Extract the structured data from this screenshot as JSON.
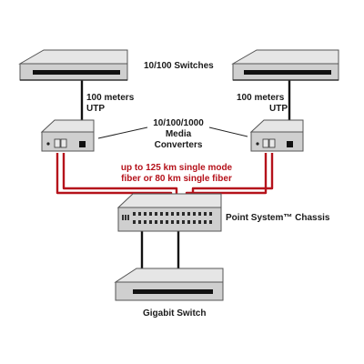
{
  "labels": {
    "switches_title": "10/100 Switches",
    "utp_left_line1": "100 meters",
    "utp_left_line2": "UTP",
    "utp_right_line1": "100 meters",
    "utp_right_line2": "UTP",
    "media_line1": "10/100/1000",
    "media_line2": "Media",
    "media_line3": "Converters",
    "fiber_line1": "up to 125 km single mode",
    "fiber_line2": "fiber or 80 km single fiber",
    "chassis": "Point System™ Chassis",
    "gigabit": "Gigabit Switch"
  },
  "colors": {
    "fiber": "#b5121b",
    "utp": "#111111",
    "device_top": "#e6e6e6",
    "device_front": "#cfcfcf"
  }
}
